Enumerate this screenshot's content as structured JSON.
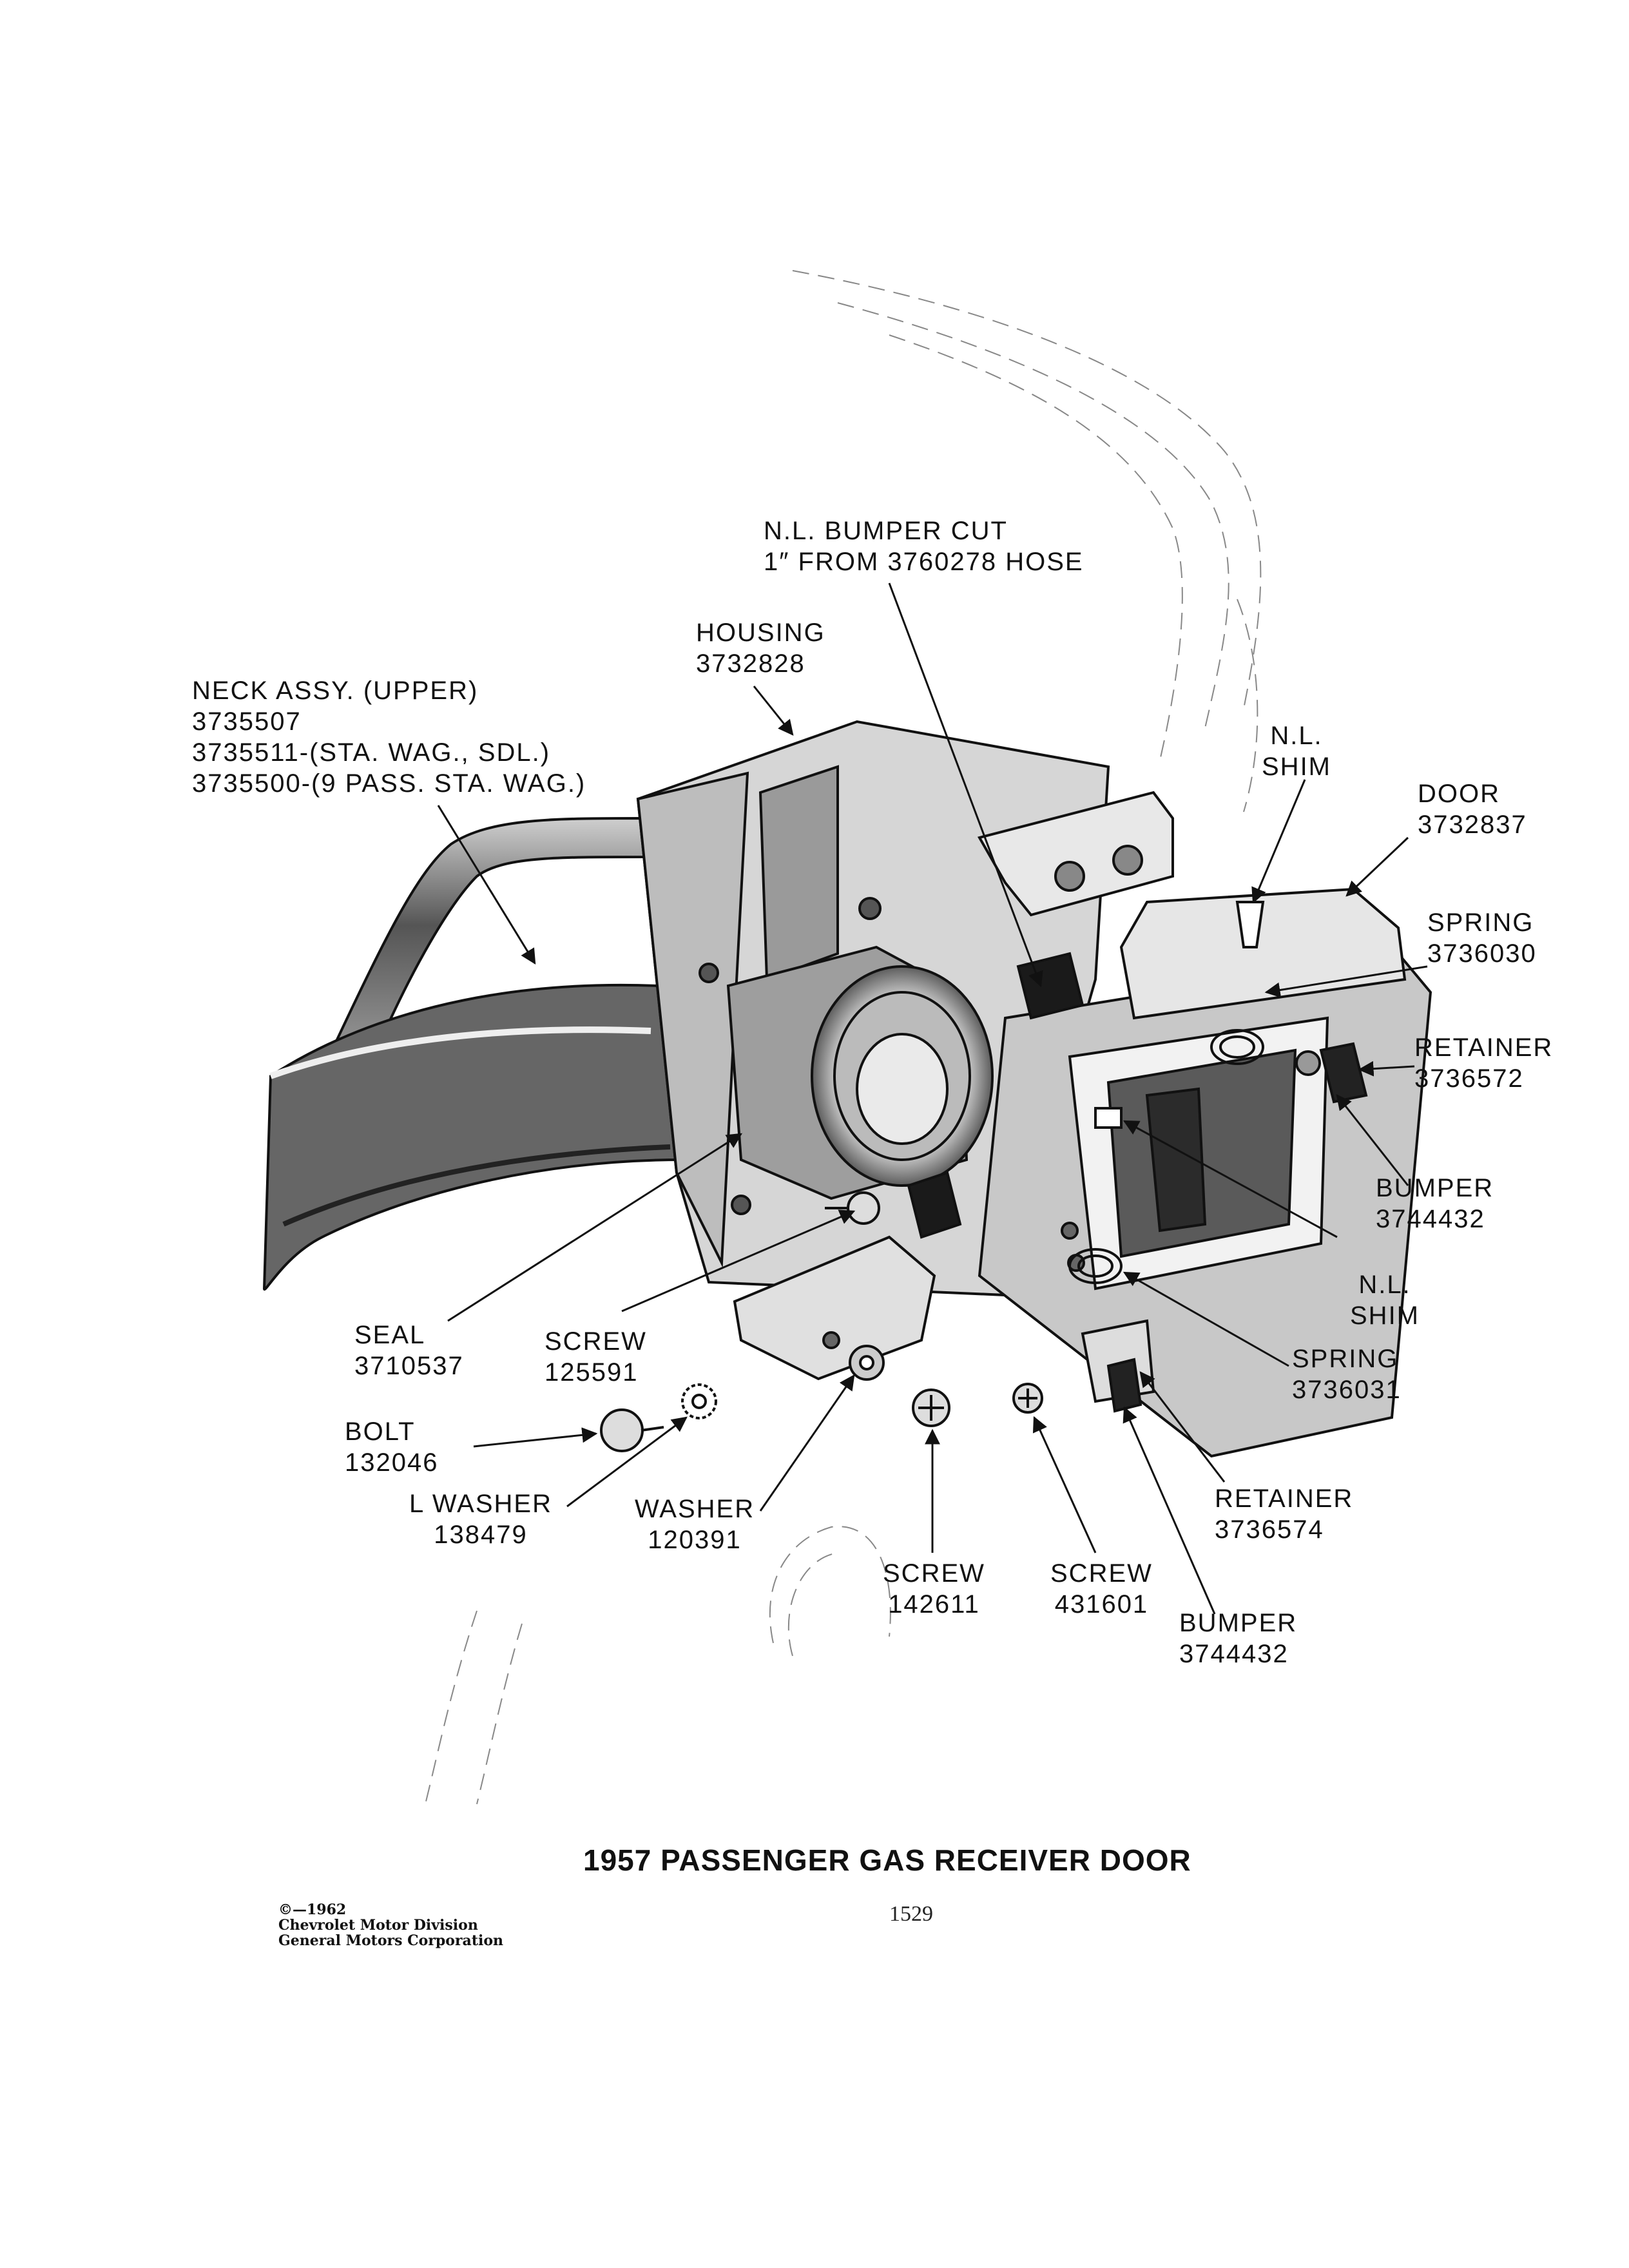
{
  "figure": {
    "title": "1957 PASSENGER GAS RECEIVER DOOR",
    "page_number": "1529",
    "copyright": [
      "©—1962",
      "Chevrolet Motor Division",
      "General Motors Corporation"
    ]
  },
  "callouts": {
    "bumper_cut": [
      "N.L. BUMPER CUT",
      "1″ FROM 3760278 HOSE"
    ],
    "housing": [
      "HOUSING",
      "3732828"
    ],
    "neck_assy": [
      "NECK ASSY. (UPPER)",
      "3735507",
      "3735511-(STA. WAG., SDL.)",
      "3735500-(9 PASS. STA. WAG.)"
    ],
    "nl_shim_top": [
      "N.L.",
      "SHIM"
    ],
    "door": [
      "DOOR",
      "3732837"
    ],
    "spring_top": [
      "SPRING",
      "3736030"
    ],
    "retainer_top": [
      "RETAINER",
      "3736572"
    ],
    "bumper_right": [
      "BUMPER",
      "3744432"
    ],
    "nl_shim_mid": [
      "N.L.",
      "SHIM"
    ],
    "spring_bottom": [
      "SPRING",
      "3736031"
    ],
    "seal": [
      "SEAL",
      "3710537"
    ],
    "screw_125591": [
      "SCREW",
      "125591"
    ],
    "bolt": [
      "BOLT",
      "132046"
    ],
    "lwasher": [
      "L WASHER",
      "138479"
    ],
    "washer": [
      "WASHER",
      "120391"
    ],
    "screw_142611": [
      "SCREW",
      "142611"
    ],
    "screw_431601": [
      "SCREW",
      "431601"
    ],
    "retainer_bottom": [
      "RETAINER",
      "3736574"
    ],
    "bumper_bottom": [
      "BUMPER",
      "3744432"
    ]
  }
}
